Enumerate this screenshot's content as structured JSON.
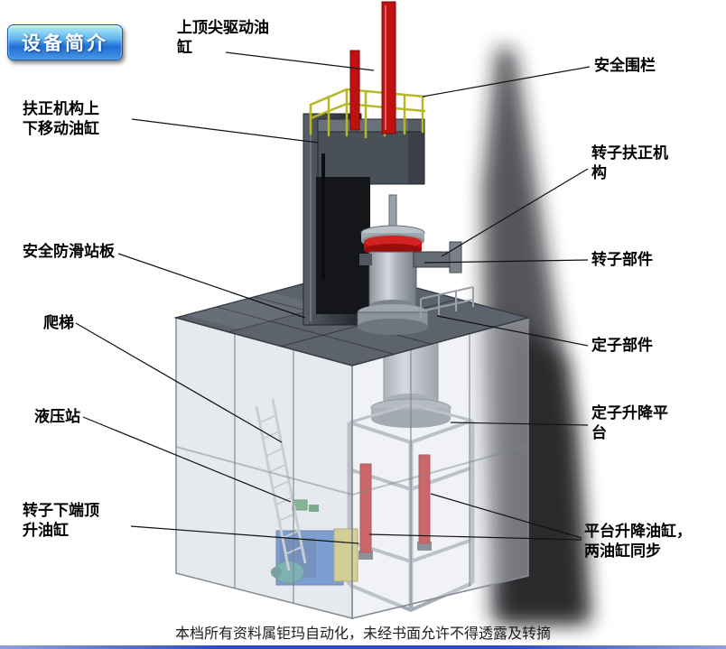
{
  "badge": {
    "label": "设备简介"
  },
  "labels": {
    "top_tip_cylinder": "上顶尖驱动油缸",
    "safety_fence": "安全围栏",
    "centering_move_cylinder": "扶正机构上下移动油缸",
    "rotor_centering_mech": "转子扶正机构",
    "anti_slip_board": "安全防滑站板",
    "rotor_part": "转子部件",
    "ladder": "爬梯",
    "stator_part": "定子部件",
    "hydraulic_station": "液压站",
    "stator_lift_platform": "定子升降平台",
    "rotor_bottom_jack_cylinder": "转子下端顶升油缸",
    "platform_lift_cylinders": "平台升降油缸，两油缸同步"
  },
  "footer": {
    "text": "本档所有资料属钜玛自动化，未经书面允许不得透露及转摘"
  },
  "colors": {
    "accent_red": "#c01010",
    "fence_yellow": "#b5b823",
    "hydraulic_blue": "#2d68c6",
    "badge_blue": "#1f6ed6",
    "platform_gray": "#5c636d"
  }
}
